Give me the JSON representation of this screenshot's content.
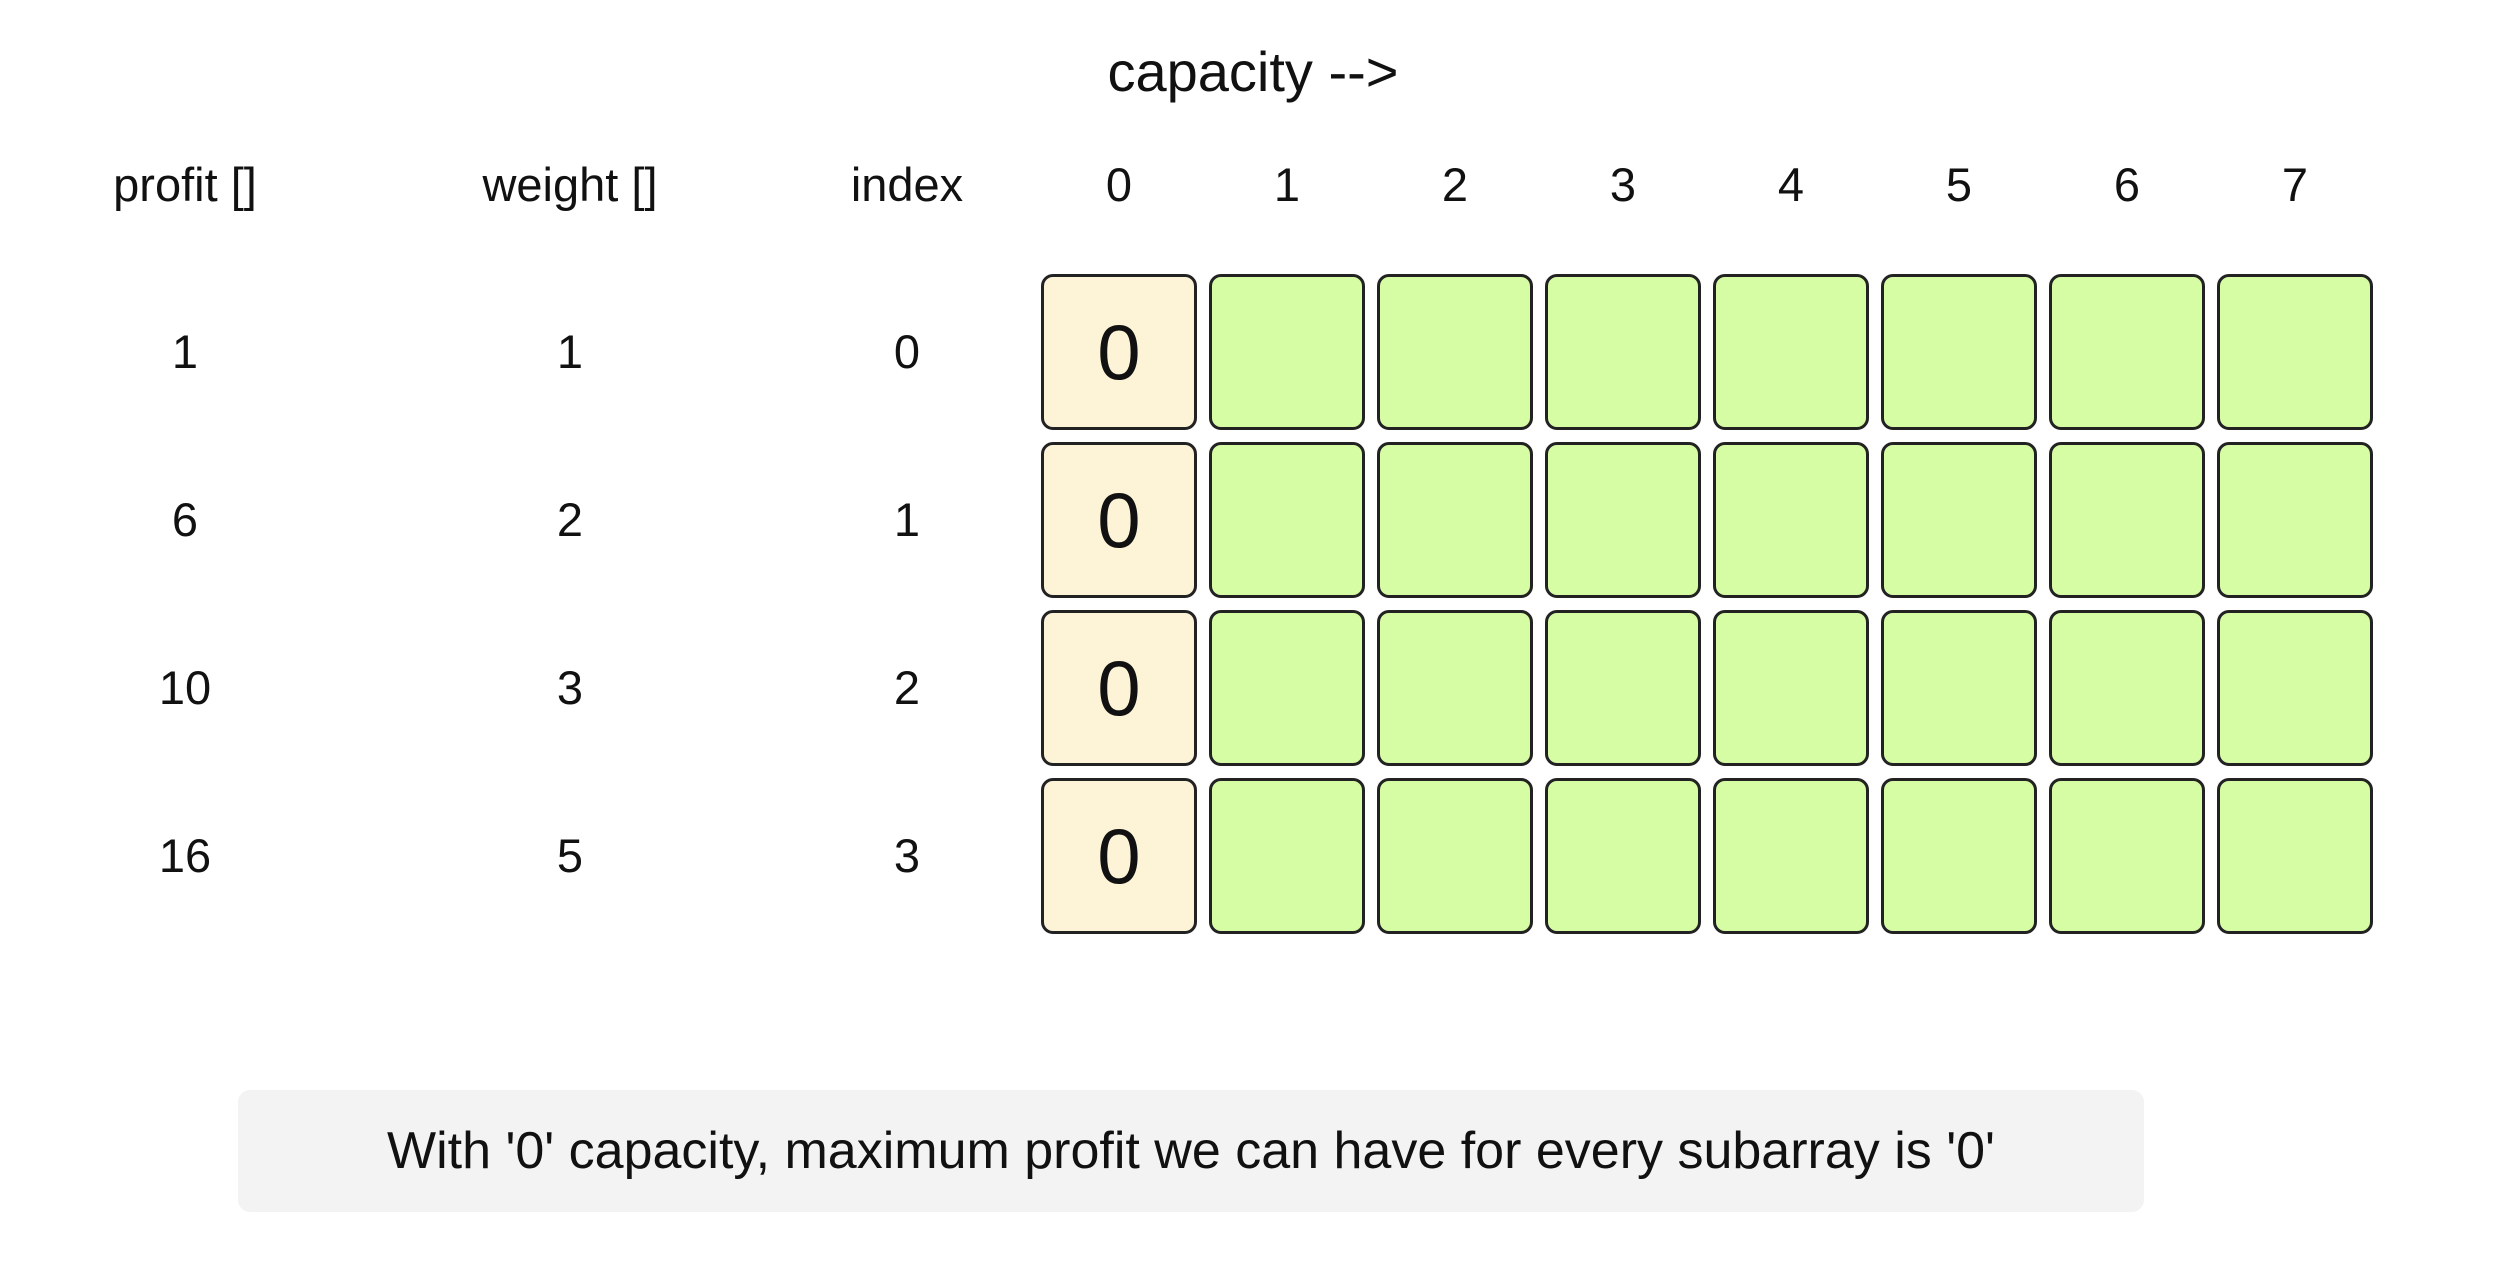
{
  "title": "capacity -->",
  "headers": {
    "profit": "profit []",
    "weight": "weight []",
    "index": "index"
  },
  "capacities": [
    "0",
    "1",
    "2",
    "3",
    "4",
    "5",
    "6",
    "7"
  ],
  "rows": [
    {
      "profit": "1",
      "weight": "1",
      "index": "0",
      "cells": [
        "0",
        "",
        "",
        "",
        "",
        "",
        "",
        ""
      ]
    },
    {
      "profit": "6",
      "weight": "2",
      "index": "1",
      "cells": [
        "0",
        "",
        "",
        "",
        "",
        "",
        "",
        ""
      ]
    },
    {
      "profit": "10",
      "weight": "3",
      "index": "2",
      "cells": [
        "0",
        "",
        "",
        "",
        "",
        "",
        "",
        ""
      ]
    },
    {
      "profit": "16",
      "weight": "5",
      "index": "3",
      "cells": [
        "0",
        "",
        "",
        "",
        "",
        "",
        "",
        ""
      ]
    }
  ],
  "caption": "With '0' capacity, maximum profit we can have for every subarray is '0'",
  "colors": {
    "filled_cell": "#fdf3d6",
    "empty_cell": "#d6fca4",
    "cell_border": "#222222",
    "caption_bg": "#f3f3f3"
  }
}
